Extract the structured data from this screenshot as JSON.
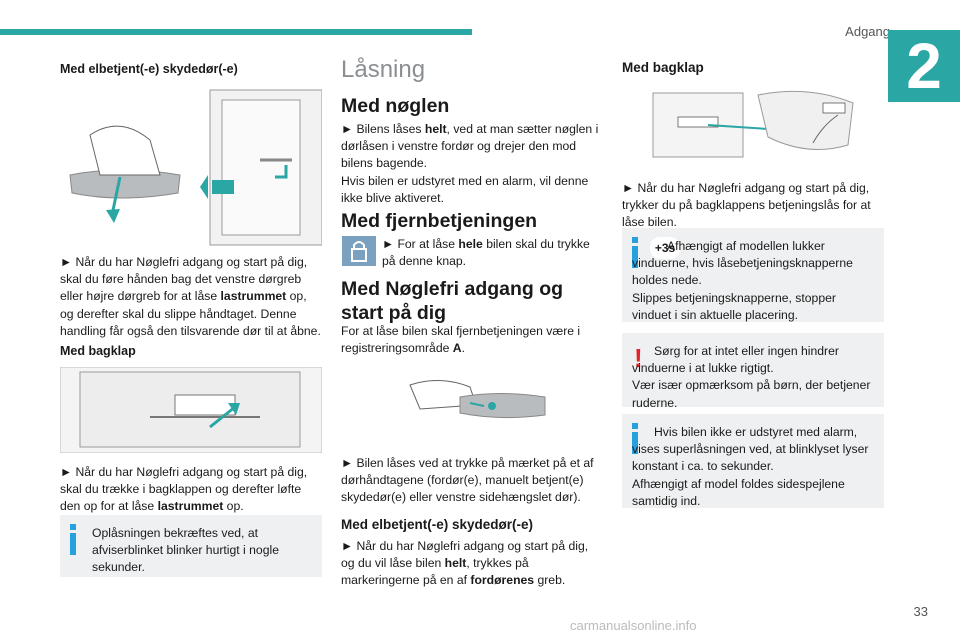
{
  "header": {
    "section_title": "Adgang",
    "chapter": "2",
    "page_number": "33"
  },
  "col1": {
    "heading1": "Med elbetjent(-e) skydedør(-e)",
    "para1_a": "► Når du har Nøglefri adgang og start på dig, skal du føre hånden bag det venstre dørgreb eller højre dørgreb for at låse ",
    "para1_b": "lastrummet",
    "para1_c": " op, og derefter skal du slippe håndtaget. Denne handling får også den tilsvarende dør til at åbne.",
    "heading2": "Med bagklap",
    "para2_a": "► Når du har Nøglefri adgang og start på dig, skal du trække i bagklappen og derefter løfte den op for at låse ",
    "para2_b": "lastrummet",
    "para2_c": " op.",
    "callout": "Oplåsningen bekræftes ved, at afviserblinket blinker hurtigt i nogle sekunder."
  },
  "col2": {
    "title": "Låsning",
    "h_key": "Med nøglen",
    "key_a": "► Bilens låses ",
    "key_b": "helt",
    "key_c": ", ved at man sætter nøglen i dørlåsen i venstre fordør og drejer den mod bilens bagende.",
    "key_d": "Hvis bilen er udstyret med en alarm, vil denne ikke blive aktiveret.",
    "h_remote": "Med fjernbetjeningen",
    "remote_a": "► For at låse ",
    "remote_b": "hele",
    "remote_c": " bilen skal du trykke på denne knap.",
    "h_keyless": "Med Nøglefri adgang og start på dig",
    "keyless_p": "For at låse bilen skal fjernbetjeningen være i registreringsområde ",
    "keyless_zone": "A",
    "keyless_end": ".",
    "handle_a": "► Bilen låses ved at trykke på mærket på et af dørhåndtagene (fordør(e), manuelt betjent(e) skydedør(e) eller venstre sidehængslet dør).",
    "h_sliding": "Med elbetjent(-e) skydedør(-e)",
    "sliding_a": "► Når du har Nøglefri adgang og start på dig, og du vil låse bilen ",
    "sliding_b": "helt",
    "sliding_c": ", trykkes på markeringerne på en af ",
    "sliding_d": "fordørenes",
    "sliding_e": " greb."
  },
  "col3": {
    "heading": "Med bagklap",
    "para_a": "► Når du har Nøglefri adgang og start på dig, trykker du på bagklappens betjeningslås for at låse bilen.",
    "callout1_badge": "+3s",
    "callout1": "Afhængigt af modellen lukker vinduerne, hvis låsebetjeningsknapperne holdes nede.",
    "callout1_b": "Slippes betjeningsknapperne, stopper vinduet i sin aktuelle placering.",
    "callout2": "Sørg for at intet eller ingen hindrer vinduerne i at lukke rigtigt.",
    "callout2_b": "Vær især opmærksom på børn, der betjener ruderne.",
    "callout3": "Hvis bilen ikke er udstyret med alarm, vises superlåsningen ved, at blinklyset lyser konstant i ca. to sekunder.",
    "callout3_b": "Afhængigt af model foldes sidespejlene samtidig ind."
  },
  "footer": {
    "watermark": "carmanualsonline.info"
  },
  "colors": {
    "accent": "#2aa6a4",
    "info": "#27a1de",
    "warning": "#e3242b",
    "callout_bg": "#eef0f1"
  }
}
